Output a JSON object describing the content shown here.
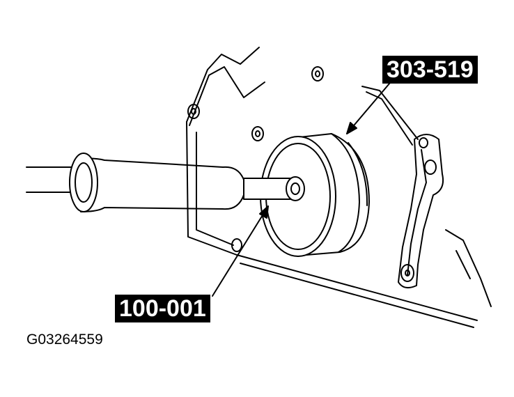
{
  "callouts": {
    "seal_installer": "303-519",
    "handle": "100-001"
  },
  "figure_id": "G03264559",
  "colors": {
    "ink": "#000000",
    "paper": "#ffffff"
  }
}
